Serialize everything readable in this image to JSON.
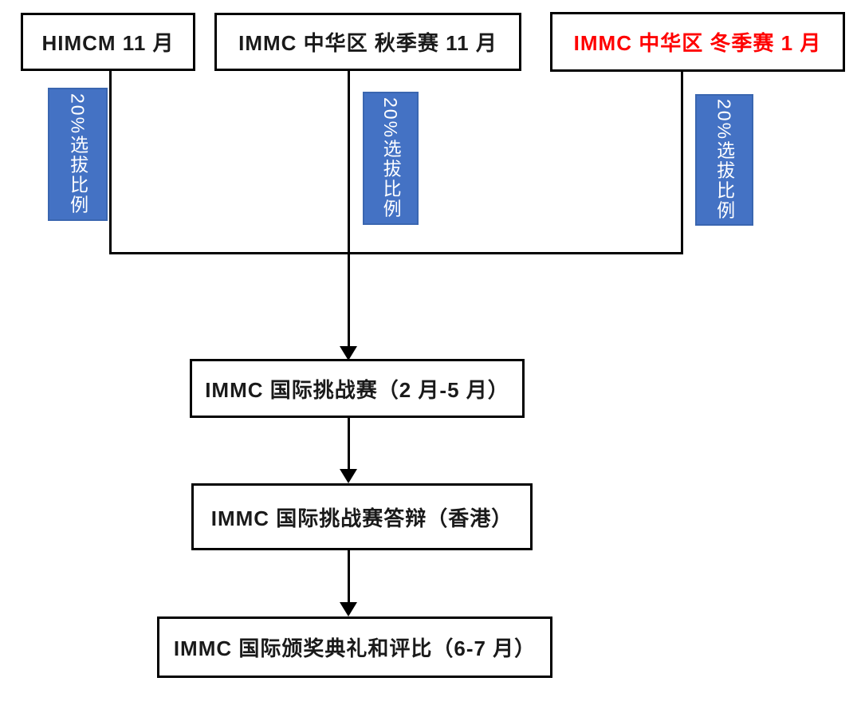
{
  "diagram": {
    "top_boxes": [
      {
        "label": "HIMCM 11 月",
        "text_color": "#1A1A1A"
      },
      {
        "label": "IMMC 中华区 秋季赛 11 月",
        "text_color": "#1A1A1A"
      },
      {
        "label": "IMMC 中华区 冬季赛 1 月",
        "text_color": "#FF0000"
      }
    ],
    "selection_tags": [
      {
        "label": "20%选拔比例"
      },
      {
        "label": "20%选拔比例"
      },
      {
        "label": "20%选拔比例"
      }
    ],
    "flow_boxes": [
      {
        "label": "IMMC 国际挑战赛（2 月-5 月）"
      },
      {
        "label": "IMMC 国际挑战赛答辩（香港）"
      },
      {
        "label": "IMMC 国际颁奖典礼和评比（6-7 月）"
      }
    ],
    "colors": {
      "tag_fill": "#4472C4",
      "tag_border": "#3A66B0",
      "tag_text": "#FFFFFF",
      "highlight_red": "#FF0000",
      "line_black": "#000000",
      "box_border": "#000000",
      "background": "#FFFFFF"
    }
  }
}
